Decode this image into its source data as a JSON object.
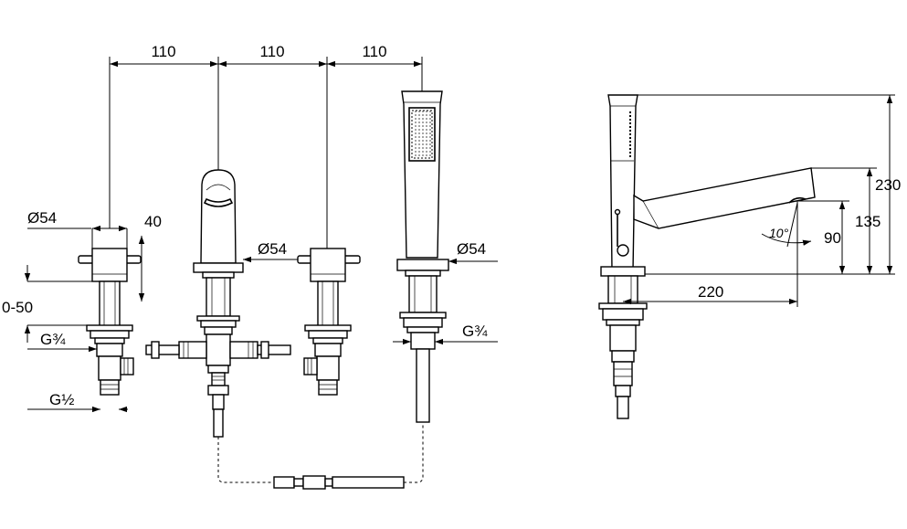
{
  "dimensions": {
    "spacing_1": "110",
    "spacing_2": "110",
    "spacing_3": "110",
    "dia_left": "Ø54",
    "rosette_height": "40",
    "adjust_range": "0-50",
    "thread_left_top": "G¾",
    "thread_left_bottom": "G½",
    "dia_spout": "Ø54",
    "dia_handshower": "Ø54",
    "thread_right": "G¾",
    "height_total": "230",
    "height_spout": "135",
    "height_outlet": "90",
    "reach": "220",
    "angle": "10°"
  }
}
